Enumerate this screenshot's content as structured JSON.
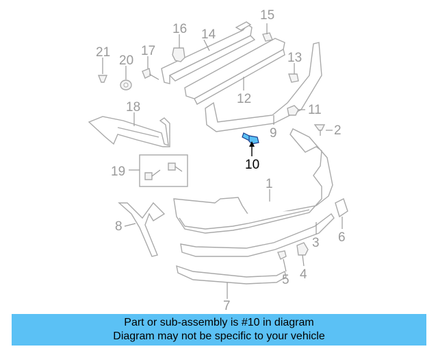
{
  "diagram": {
    "highlight_color": "#5bc1f5",
    "highlighted_part": "10",
    "part_numbers": [
      "15",
      "16",
      "14",
      "21",
      "17",
      "20",
      "13",
      "12",
      "11",
      "18",
      "9",
      "2",
      "10",
      "19",
      "1",
      "6",
      "8",
      "3",
      "5",
      "4",
      "7"
    ]
  },
  "caption": {
    "line1": "Part or sub-assembly is #10 in diagram",
    "line2": "Diagram may not be specific to your vehicle"
  }
}
